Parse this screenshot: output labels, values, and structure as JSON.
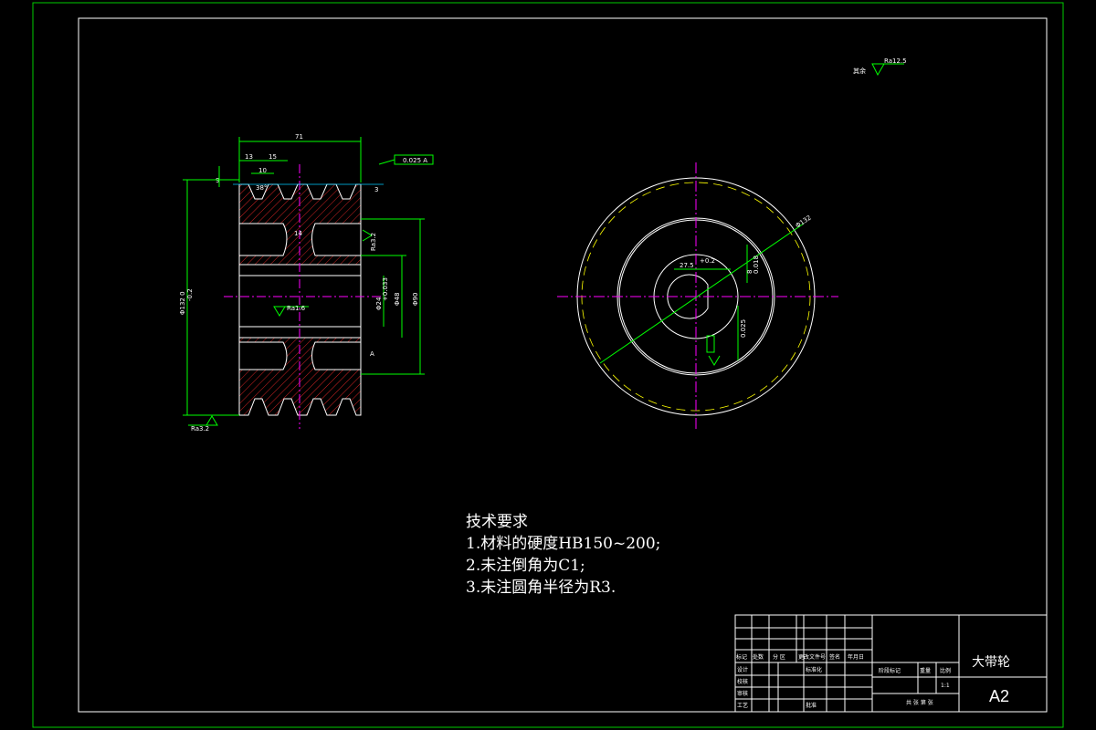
{
  "drawing": {
    "title": "大带轮",
    "sheet_size": "A2",
    "scale": "1:1",
    "roughness_note": "其余",
    "roughness_value": "Ra12.5",
    "colors": {
      "frame": "#00cc00",
      "line": "#ffffff",
      "center": "#ff00ff",
      "dim": "#00ff00",
      "hatch": "#cc2222"
    }
  },
  "dimensions": {
    "total_width": "71",
    "d13": "13",
    "d15": "15",
    "d10": "10",
    "angle38": "38°",
    "d9": "9",
    "d3": "3",
    "d14": "14",
    "tolerance_frame": "0.025 A",
    "phi_outer": "Φ132  0",
    "phi_outer_tol": "-0.2",
    "phi_hub": "Φ90",
    "phi_bore_a": "Φ48",
    "phi_bore_b": "Φ24",
    "bore_tol": "+0.033",
    "ra_inner": "Ra1.6",
    "ra_side": "Ra3.2",
    "ra_bottom": "Ra3.2",
    "datum": "A",
    "phi_132_r": "Φ132",
    "keyway": "27.5",
    "keyway_tol": "+0.2",
    "keyway_width": "8",
    "keyway_width_tol": "0.018",
    "sym_tol": "0.025"
  },
  "tech": {
    "heading": "技术要求",
    "items": [
      "1.材料的硬度HB150~200;",
      "2.未注倒角为C1;",
      "3.未注圆角半径为R3."
    ]
  },
  "titleblock": {
    "row_labels": [
      "标记",
      "处数",
      "分 区",
      "更改文件号",
      "签名",
      "年月日"
    ],
    "left_labels": [
      "设计",
      "校核",
      "审核",
      "工艺"
    ],
    "mid_labels": [
      "标准化",
      "批准"
    ],
    "stage_label": "阶段标记",
    "weight_label": "重量",
    "scale_label": "比例",
    "sheet_label": "共 张 第 张"
  }
}
